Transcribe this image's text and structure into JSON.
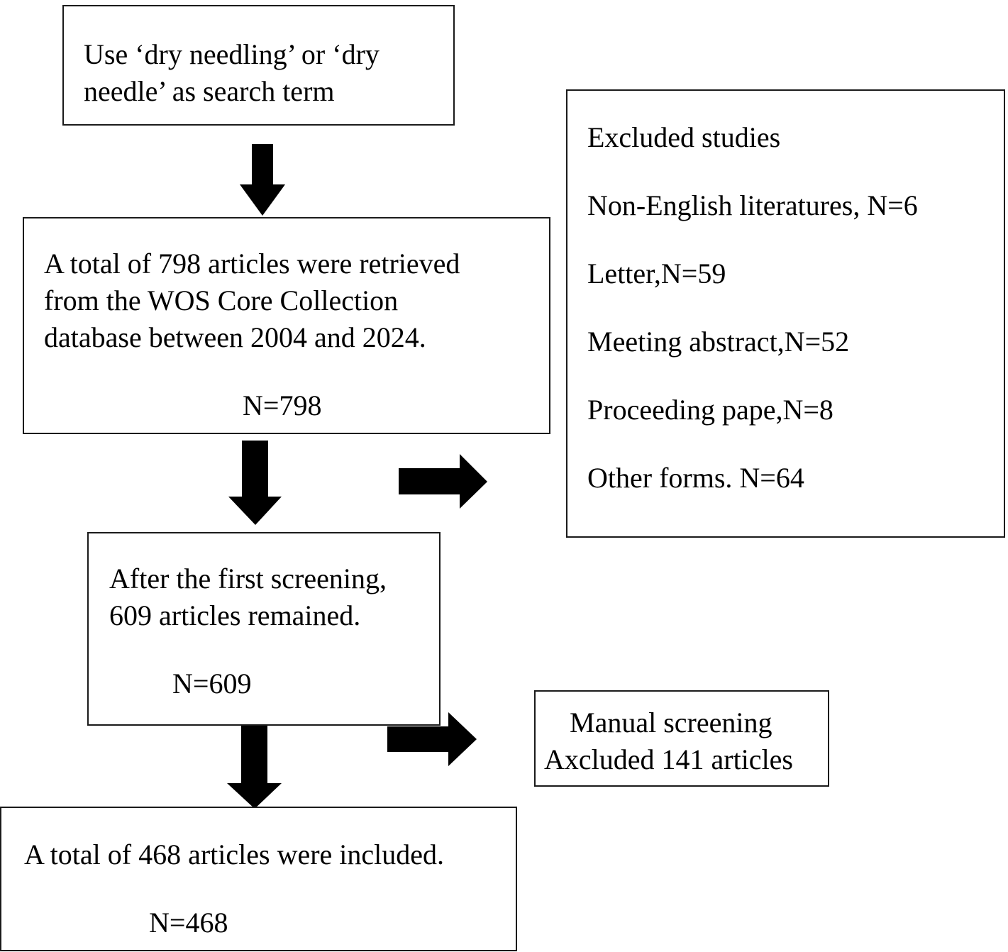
{
  "nodes": {
    "search_term": {
      "lines": [
        "Use ‘dry needling’ or ‘dry",
        "needle’ as search term"
      ]
    },
    "retrieved": {
      "lines": [
        "A total of 798 articles were retrieved",
        "from the WOS Core Collection",
        "database between 2004 and 2024."
      ],
      "count": "N=798"
    },
    "excluded": {
      "title": "Excluded studies",
      "items": [
        "Non-English literatures, N=6",
        "Letter,N=59",
        "Meeting abstract,N=52",
        "Proceeding pape,N=8",
        "Other forms. N=64"
      ]
    },
    "first_screening": {
      "lines": [
        "After the first screening,",
        "609 articles remained."
      ],
      "count": "N=609"
    },
    "manual_screening": {
      "lines": [
        "Manual screening",
        "Axcluded 141 articles"
      ]
    },
    "included": {
      "lines": [
        "A total of 468 articles were included."
      ],
      "count": "N=468"
    }
  },
  "colors": {
    "border": "#1a1a1a",
    "arrow": "#000000",
    "text": "#000000",
    "background": "#ffffff"
  }
}
